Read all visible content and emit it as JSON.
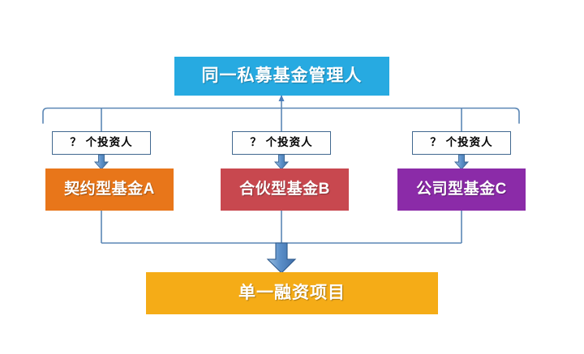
{
  "diagram": {
    "title_node": {
      "label": "同一私募基金管理人",
      "color": "#27aae1"
    },
    "investor_labels": [
      {
        "label": "？ 个投资人"
      },
      {
        "label": "？ 个投资人"
      },
      {
        "label": "？ 个投资人"
      }
    ],
    "fund_nodes": [
      {
        "label": "契约型基金A",
        "color": "#e8761a"
      },
      {
        "label": "合伙型基金B",
        "color": "#c8484f"
      },
      {
        "label": "公司型基金C",
        "color": "#8b2ba8"
      }
    ],
    "project_node": {
      "label": "单一融资项目",
      "color": "#f5ac17"
    },
    "connector_color": "#4a7ebb",
    "bracket_color": "#5b87b5"
  }
}
